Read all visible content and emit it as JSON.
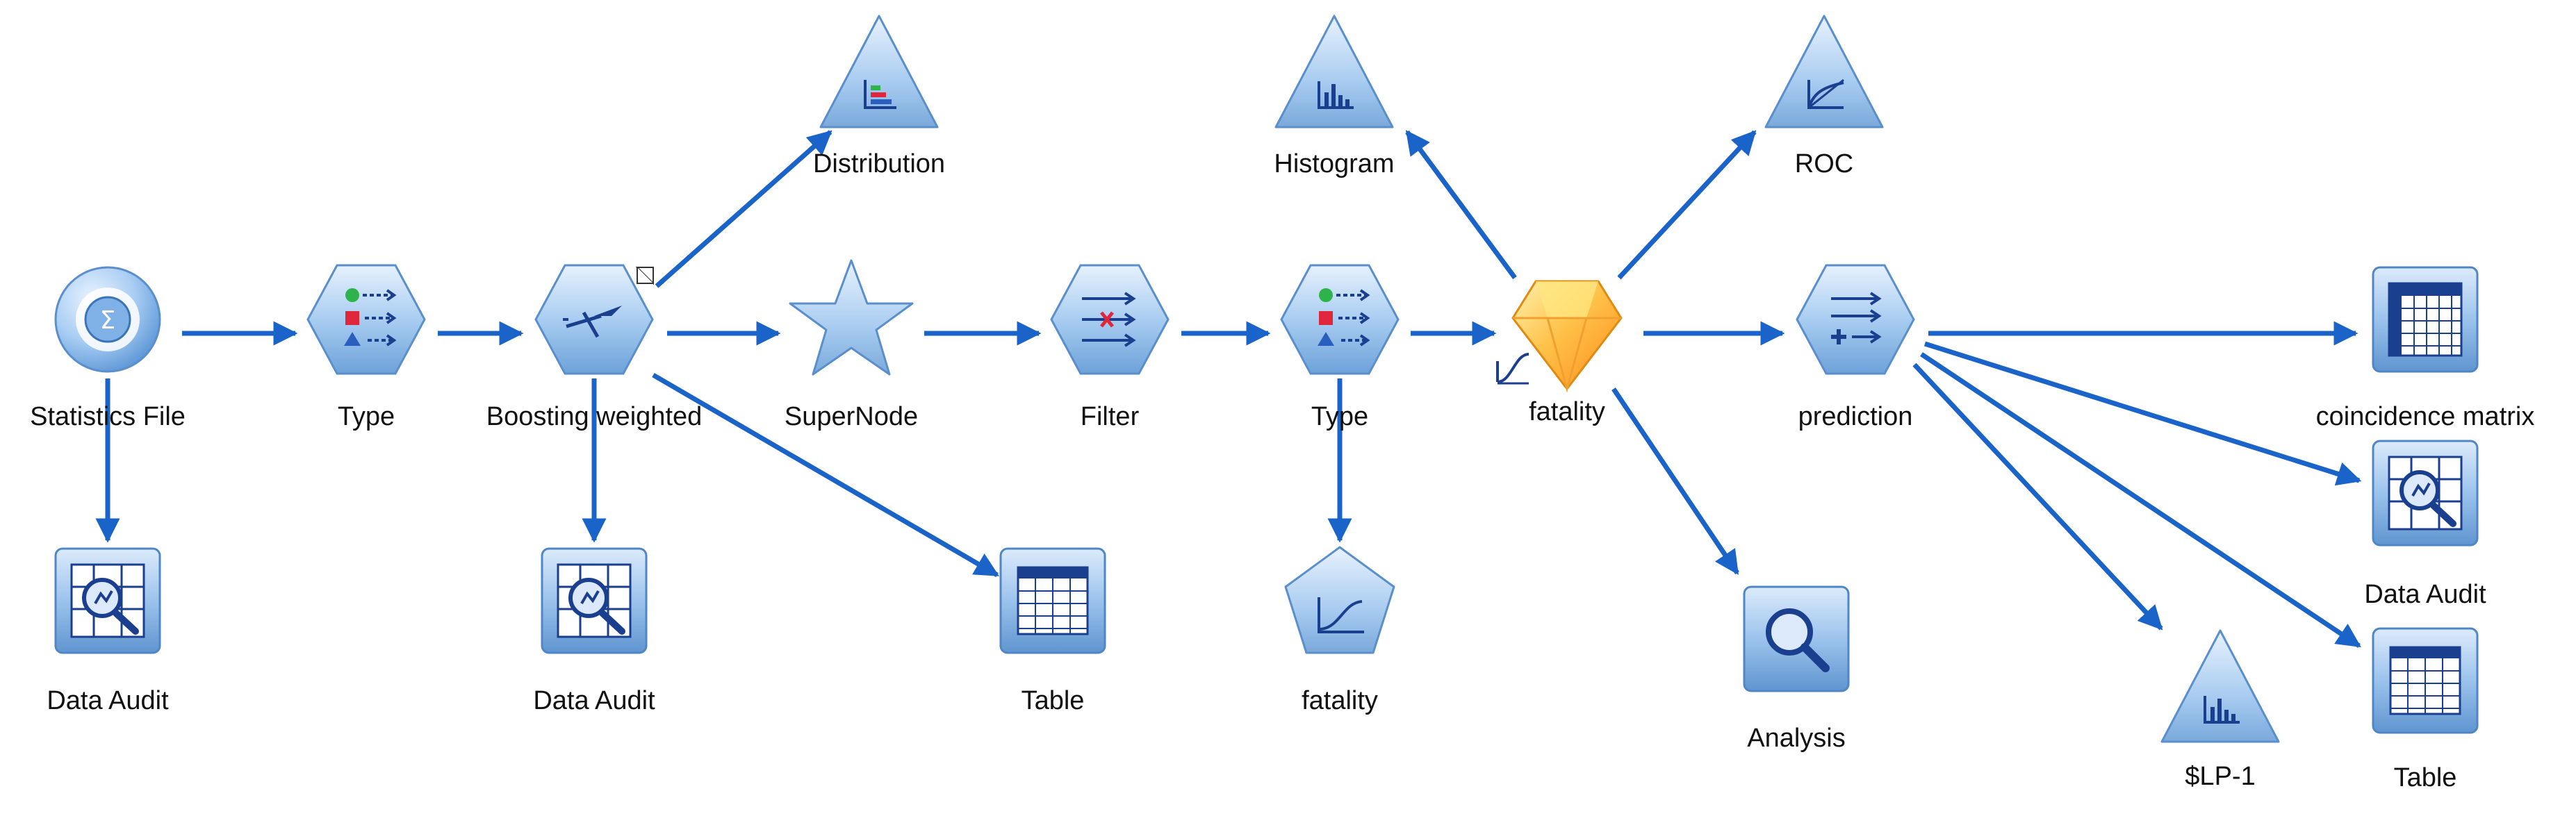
{
  "canvas": {
    "background": "#ffffff",
    "link_color": "#1a63c9"
  },
  "nodes": {
    "statistics_file": {
      "label": "Statistics File",
      "icon": "statistics-file-source-icon"
    },
    "type_1": {
      "label": "Type",
      "icon": "type-node-icon"
    },
    "boosting_weighted": {
      "label": "Boosting weighted",
      "icon": "boosting-weighting-node-icon"
    },
    "distribution": {
      "label": "Distribution",
      "icon": "distribution-graph-icon"
    },
    "supernode": {
      "label": "SuperNode",
      "icon": "supernode-star-icon"
    },
    "filter": {
      "label": "Filter",
      "icon": "filter-node-icon"
    },
    "type_2": {
      "label": "Type",
      "icon": "type-node-icon"
    },
    "histogram": {
      "label": "Histogram",
      "icon": "histogram-graph-icon"
    },
    "fatality_model": {
      "label": "fatality",
      "icon": "model-nugget-gem-icon"
    },
    "roc": {
      "label": "ROC",
      "icon": "roc-graph-icon"
    },
    "prediction": {
      "label": "prediction",
      "icon": "derive-node-icon"
    },
    "coincidence_matrix": {
      "label": "coincidence matrix",
      "icon": "matrix-output-icon"
    },
    "data_audit_1": {
      "label": "Data Audit",
      "icon": "data-audit-icon"
    },
    "data_audit_2": {
      "label": "Data Audit",
      "icon": "data-audit-icon"
    },
    "table_1": {
      "label": "Table",
      "icon": "table-output-icon"
    },
    "fatality_model_builder": {
      "label": "fatality",
      "icon": "logistic-modeling-node-icon"
    },
    "analysis": {
      "label": "Analysis",
      "icon": "analysis-magnifier-icon"
    },
    "data_audit_3": {
      "label": "Data Audit",
      "icon": "data-audit-icon"
    },
    "lp_1": {
      "label": "$LP-1",
      "icon": "histogram-graph-icon"
    },
    "table_2": {
      "label": "Table",
      "icon": "table-output-icon"
    }
  }
}
